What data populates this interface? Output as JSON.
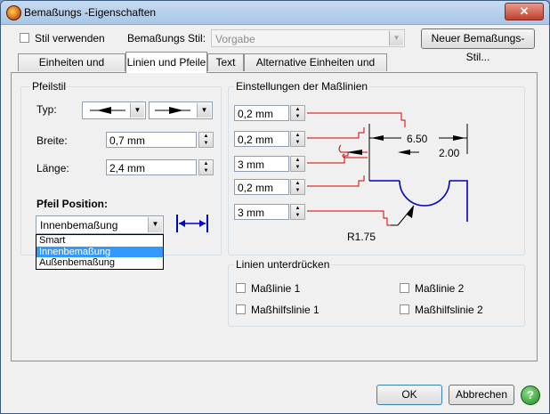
{
  "window": {
    "title": "Bemaßungs -Eigenschaften",
    "close_glyph": "✕"
  },
  "top": {
    "stil_verwenden_label": "Stil verwenden",
    "stil_verwenden_checked": false,
    "bemassungs_stil_label": "Bemaßungs Stil:",
    "bemassungs_stil_value": "Vorgabe",
    "neuer_stil_button": "Neuer Bemaßungs-Stil..."
  },
  "tabs": [
    {
      "label": "Einheiten und Toleranz"
    },
    {
      "label": "Linien und Pfeile",
      "active": true
    },
    {
      "label": "Text"
    },
    {
      "label": "Alternative Einheiten und Texte"
    }
  ],
  "pfeilstil": {
    "group_label": "Pfeilstil",
    "typ_label": "Typ:",
    "breite_label": "Breite:",
    "breite_value": "0,7 mm",
    "laenge_label": "Länge:",
    "laenge_value": "2,4 mm",
    "position_label": "Pfeil Position:",
    "position_value": "Innenbemaßung",
    "position_options": [
      "Smart",
      "Innenbemaßung",
      "Außenbemaßung"
    ],
    "position_selected_index": 1
  },
  "masslinien": {
    "group_label": "Einstellungen der Maßlinien",
    "values": [
      "0,2 mm",
      "0,2 mm",
      "3 mm",
      "0,2 mm",
      "3 mm"
    ],
    "preview": {
      "dim1": "6.50",
      "dim2": "2.00",
      "radius": "R1.75"
    }
  },
  "unterdruecken": {
    "group_label": "Linien unterdrücken",
    "items": [
      {
        "label": "Maßlinie 1",
        "checked": false
      },
      {
        "label": "Maßlinie 2",
        "checked": false
      },
      {
        "label": "Maßhilfslinie 1",
        "checked": false
      },
      {
        "label": "Maßhilfslinie 2",
        "checked": false
      }
    ]
  },
  "buttons": {
    "ok": "OK",
    "cancel": "Abbrechen",
    "help_glyph": "?"
  },
  "colors": {
    "accent_red": "#d40000",
    "accent_blue": "#0000c8",
    "selection": "#3399ff"
  },
  "icons": [
    "app-icon",
    "arrow-style-icon",
    "dimension-preview",
    "help-icon"
  ]
}
